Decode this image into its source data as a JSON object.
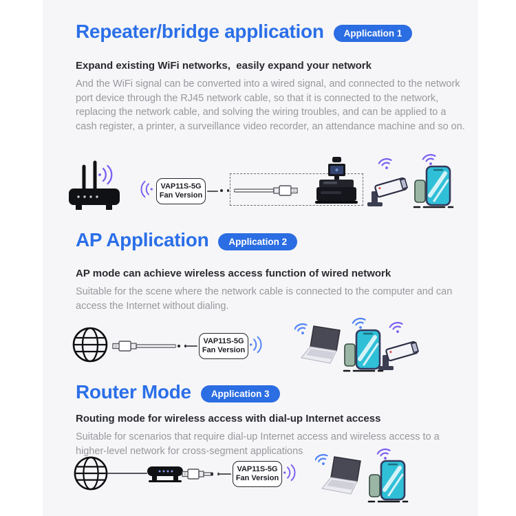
{
  "colors": {
    "accent_blue": "#2b6fe8",
    "badge_blue": "#2b6de2",
    "subtitle_text": "#2a2b30",
    "body_text": "#98989d",
    "wifi_purple": "#7b5ff0",
    "wifi_blue": "#4f82f5",
    "panel_bg": "#f6f6f8",
    "device_dark": "#101114",
    "phone_teal": "#2fc0d8"
  },
  "device_label": {
    "line1": "VAP11S-5G",
    "line2": "Fan Version"
  },
  "sections": [
    {
      "title": "Repeater/bridge application",
      "badge": "Application 1",
      "subtitle": "Expand existing WiFi networks,  easily expand your network",
      "body": "And the WiFi signal can be converted into a wired signal, and connected to the network port device through the RJ45 network cable, so that it is connected to the network, replacing the network cable, and solving the wiring troubles, and can be applied to a cash register, a printer, a surveillance video recorder, an attendance machine and so on.",
      "devices": [
        "wifi-router",
        "wifi-signal",
        "device-label",
        "ethernet-cable",
        "cash-register",
        "cctv-camera",
        "smartphone"
      ]
    },
    {
      "title": "AP Application",
      "badge": "Application 2",
      "subtitle": "AP mode can achieve wireless access function of wired network",
      "body": "Suitable for the scene where the network cable is connected to the computer and can access the Internet without dialing.",
      "devices": [
        "internet-globe",
        "ethernet-cable",
        "device-label",
        "wifi-signal",
        "laptop",
        "smartphone",
        "cctv-camera"
      ]
    },
    {
      "title": "Router Mode",
      "badge": "Application 3",
      "subtitle": "Routing mode for wireless access with dial-up Internet access",
      "body": "Suitable for scenarios that require dial-up Internet access and wireless access to a higher-level network for cross-segment applications",
      "devices": [
        "internet-globe",
        "modem",
        "ethernet-cable",
        "device-label",
        "wifi-signal",
        "laptop",
        "smartphone"
      ]
    }
  ],
  "icons": {
    "wifi-signal-icon": "radio arcs with dot",
    "wifi-router-icon": "router with two antennas",
    "ethernet-cable-icon": "RJ45 plug with cable",
    "cash-register-icon": "POS terminal with display",
    "cctv-camera-icon": "surveillance camera on mount",
    "smartphone-icon": "phone with teal screen",
    "internet-globe-icon": "wireframe globe",
    "laptop-icon": "laptop",
    "modem-icon": "modem bar with status dots"
  }
}
